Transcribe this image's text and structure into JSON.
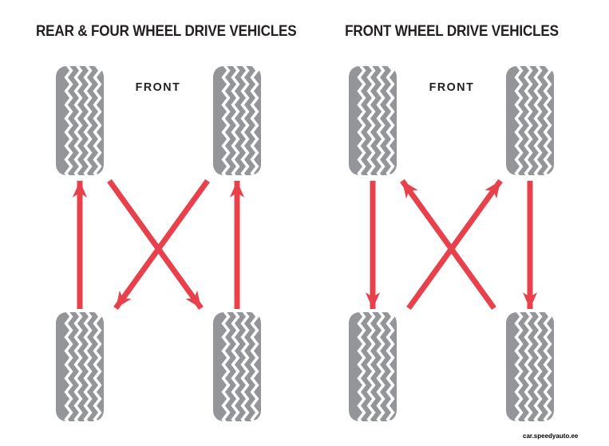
{
  "page": {
    "watermark": "car.speedyauto.ee"
  },
  "colors": {
    "tire_gray": "#939598",
    "tread_white": "#ffffff",
    "arrow_red": "#E8414C",
    "ink": "#231F20"
  },
  "diagrams": [
    {
      "id": "rear-and-four-wheel-drive",
      "title": "REAR & FOUR WHEEL DRIVE VEHICLES",
      "front_label": "FRONT",
      "tires": [
        "front-left",
        "front-right",
        "rear-left",
        "rear-right"
      ],
      "arrows": [
        {
          "from": "rear-left",
          "to": "front-left"
        },
        {
          "from": "rear-right",
          "to": "front-right"
        },
        {
          "from": "front-left",
          "to": "rear-right"
        },
        {
          "from": "front-right",
          "to": "rear-left"
        }
      ]
    },
    {
      "id": "front-wheel-drive",
      "title": "FRONT WHEEL DRIVE VEHICLES",
      "front_label": "FRONT",
      "tires": [
        "front-left",
        "front-right",
        "rear-left",
        "rear-right"
      ],
      "arrows": [
        {
          "from": "front-left",
          "to": "rear-left"
        },
        {
          "from": "front-right",
          "to": "rear-right"
        },
        {
          "from": "rear-left",
          "to": "front-right"
        },
        {
          "from": "rear-right",
          "to": "front-left"
        }
      ]
    }
  ]
}
